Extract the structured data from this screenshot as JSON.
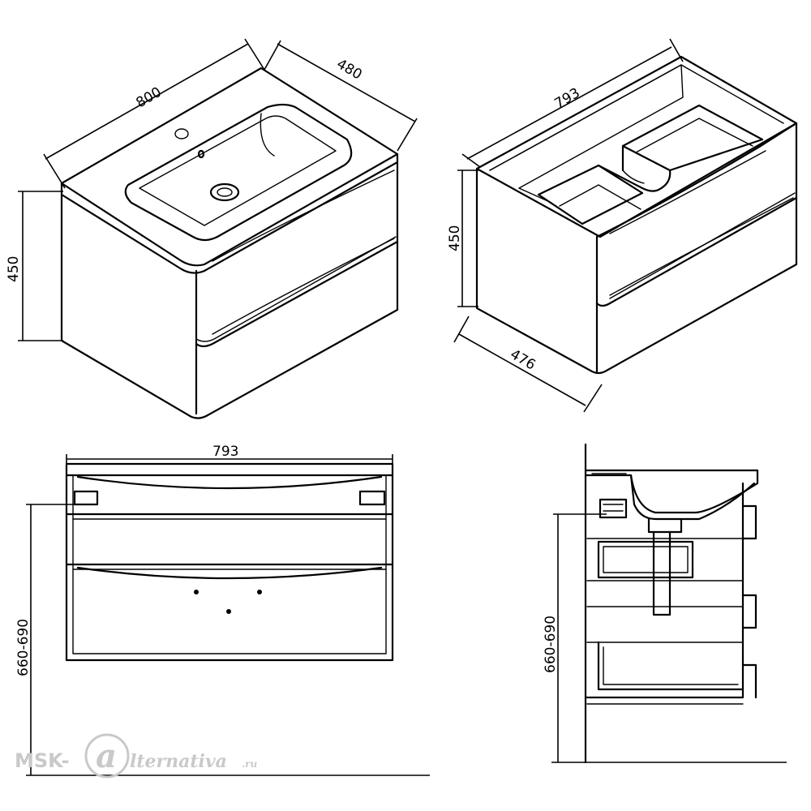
{
  "dimensions": {
    "iso_front_width": "800",
    "iso_front_depth": "480",
    "iso_front_height": "450",
    "iso_back_width": "793",
    "iso_back_height": "450",
    "iso_back_depth": "476",
    "front_view_width": "793",
    "front_view_mount_height": "660-690",
    "side_view_mount_height": "660-690"
  },
  "watermark": {
    "brand_left": "MSK-",
    "brand_mark": "a",
    "brand_right": "lternativa",
    "brand_domain": ".ru"
  },
  "colors": {
    "line": "#000000",
    "watermark": "#c9c9c9"
  }
}
